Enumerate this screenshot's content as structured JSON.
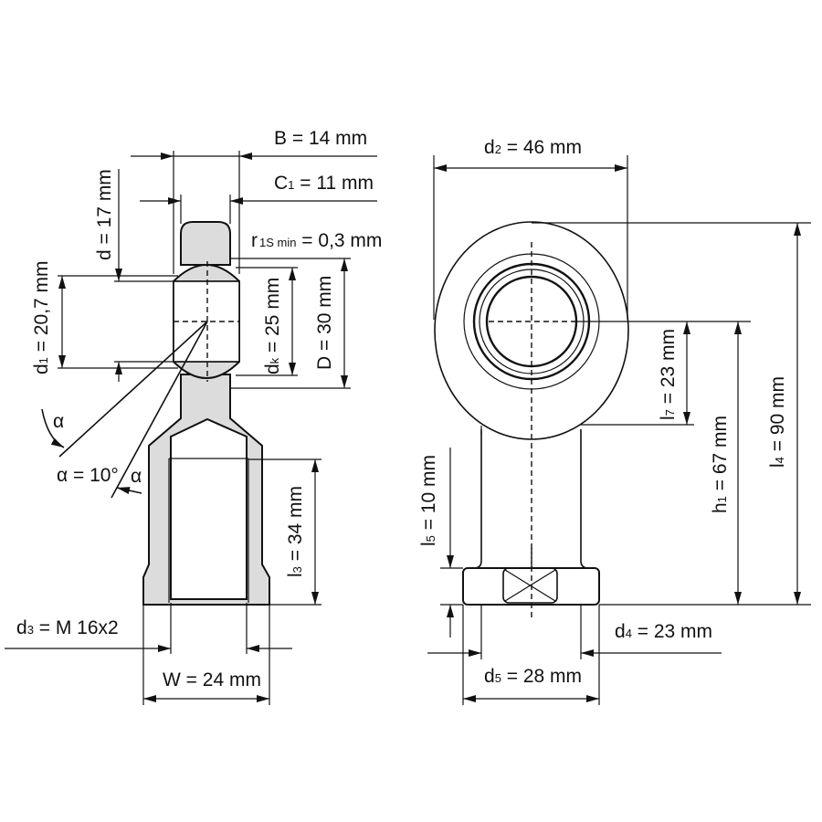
{
  "side_view": {
    "B": {
      "main": "B",
      "sub": "",
      "value": " = 14 mm"
    },
    "C1": {
      "main": "C",
      "sub": "1",
      "value": " = 11 mm"
    },
    "r1s": {
      "main": "r",
      "sub": "1S min",
      "value": " = 0,3 mm"
    },
    "d": {
      "main": "d",
      "sub": "",
      "value": " = 17 mm"
    },
    "d1": {
      "main": "d",
      "sub": "1",
      "value": " = 20,7 mm"
    },
    "dk": {
      "main": "d",
      "sub": "k",
      "value": " = 25 mm"
    },
    "D": {
      "main": "D",
      "sub": "",
      "value": " = 30 mm"
    },
    "alpha_symbol": "α",
    "alpha": {
      "main": "α",
      "sub": "",
      "value": " = 10°"
    },
    "l3": {
      "main": "l",
      "sub": "3",
      "value": " = 34 mm"
    },
    "d3": {
      "main": "d",
      "sub": "3",
      "value": " = M 16x2"
    },
    "W": {
      "main": "W",
      "sub": "",
      "value": " = 24 mm"
    }
  },
  "front_view": {
    "d2": {
      "main": "d",
      "sub": "2",
      "value": " = 46 mm"
    },
    "l7": {
      "main": "l",
      "sub": "7",
      "value": " = 23 mm"
    },
    "h1": {
      "main": "h",
      "sub": "1",
      "value": " = 67 mm"
    },
    "l4": {
      "main": "l",
      "sub": "4",
      "value": " = 90 mm"
    },
    "l5": {
      "main": "l",
      "sub": "5",
      "value": " = 10 mm"
    },
    "d4": {
      "main": "d",
      "sub": "4",
      "value": " = 23 mm"
    },
    "d5": {
      "main": "d",
      "sub": "5",
      "value": " = 28 mm"
    }
  }
}
